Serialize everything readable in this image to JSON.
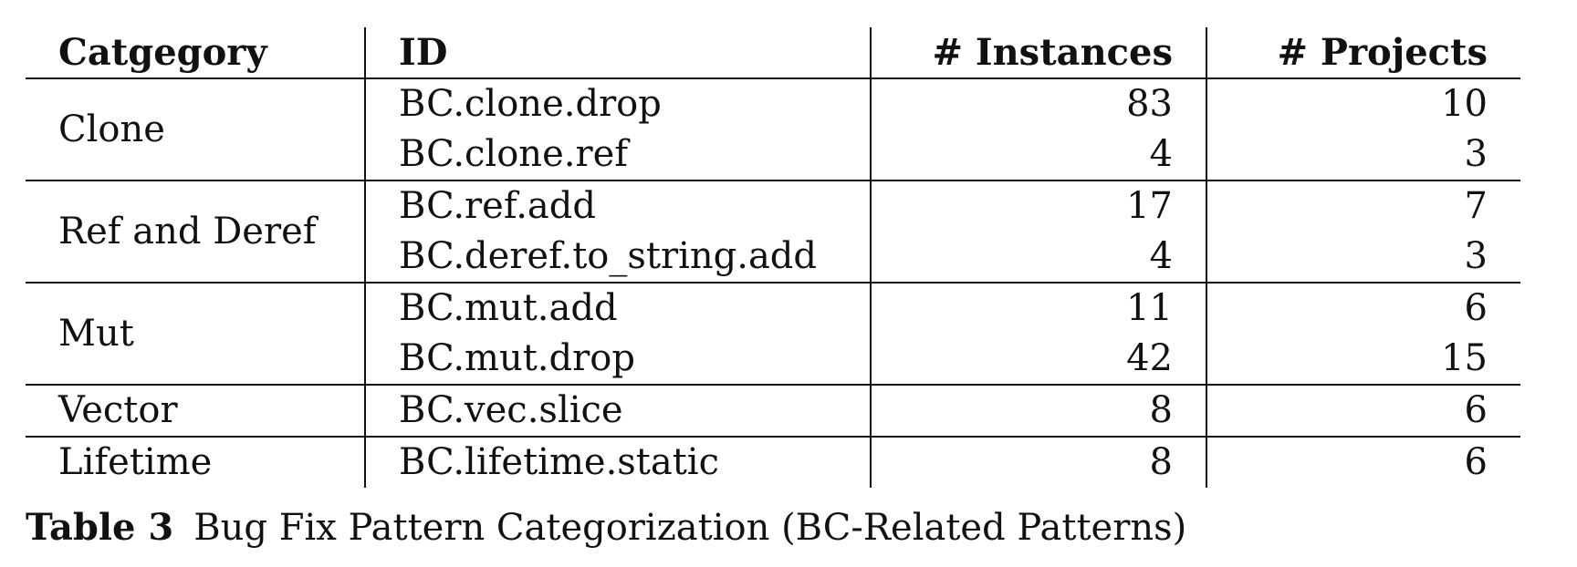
{
  "table": {
    "headers": {
      "category": "Catgegory",
      "id": "ID",
      "instances": "# Instances",
      "projects": "# Projects"
    },
    "groups": [
      {
        "category": "Clone",
        "rows": [
          {
            "id": "BC.clone.drop",
            "instances": "83",
            "projects": "10"
          },
          {
            "id": "BC.clone.ref",
            "instances": "4",
            "projects": "3"
          }
        ]
      },
      {
        "category": "Ref and Deref",
        "rows": [
          {
            "id": "BC.ref.add",
            "instances": "17",
            "projects": "7"
          },
          {
            "id": "BC.deref.to_string.add",
            "instances": "4",
            "projects": "3"
          }
        ]
      },
      {
        "category": "Mut",
        "rows": [
          {
            "id": "BC.mut.add",
            "instances": "11",
            "projects": "6"
          },
          {
            "id": "BC.mut.drop",
            "instances": "42",
            "projects": "15"
          }
        ]
      },
      {
        "category": "Vector",
        "rows": [
          {
            "id": "BC.vec.slice",
            "instances": "8",
            "projects": "6"
          }
        ]
      },
      {
        "category": "Lifetime",
        "rows": [
          {
            "id": "BC.lifetime.static",
            "instances": "8",
            "projects": "6"
          }
        ]
      }
    ]
  },
  "caption": {
    "label": "Table 3",
    "text": "Bug Fix Pattern Categorization (BC-Related Patterns)"
  }
}
